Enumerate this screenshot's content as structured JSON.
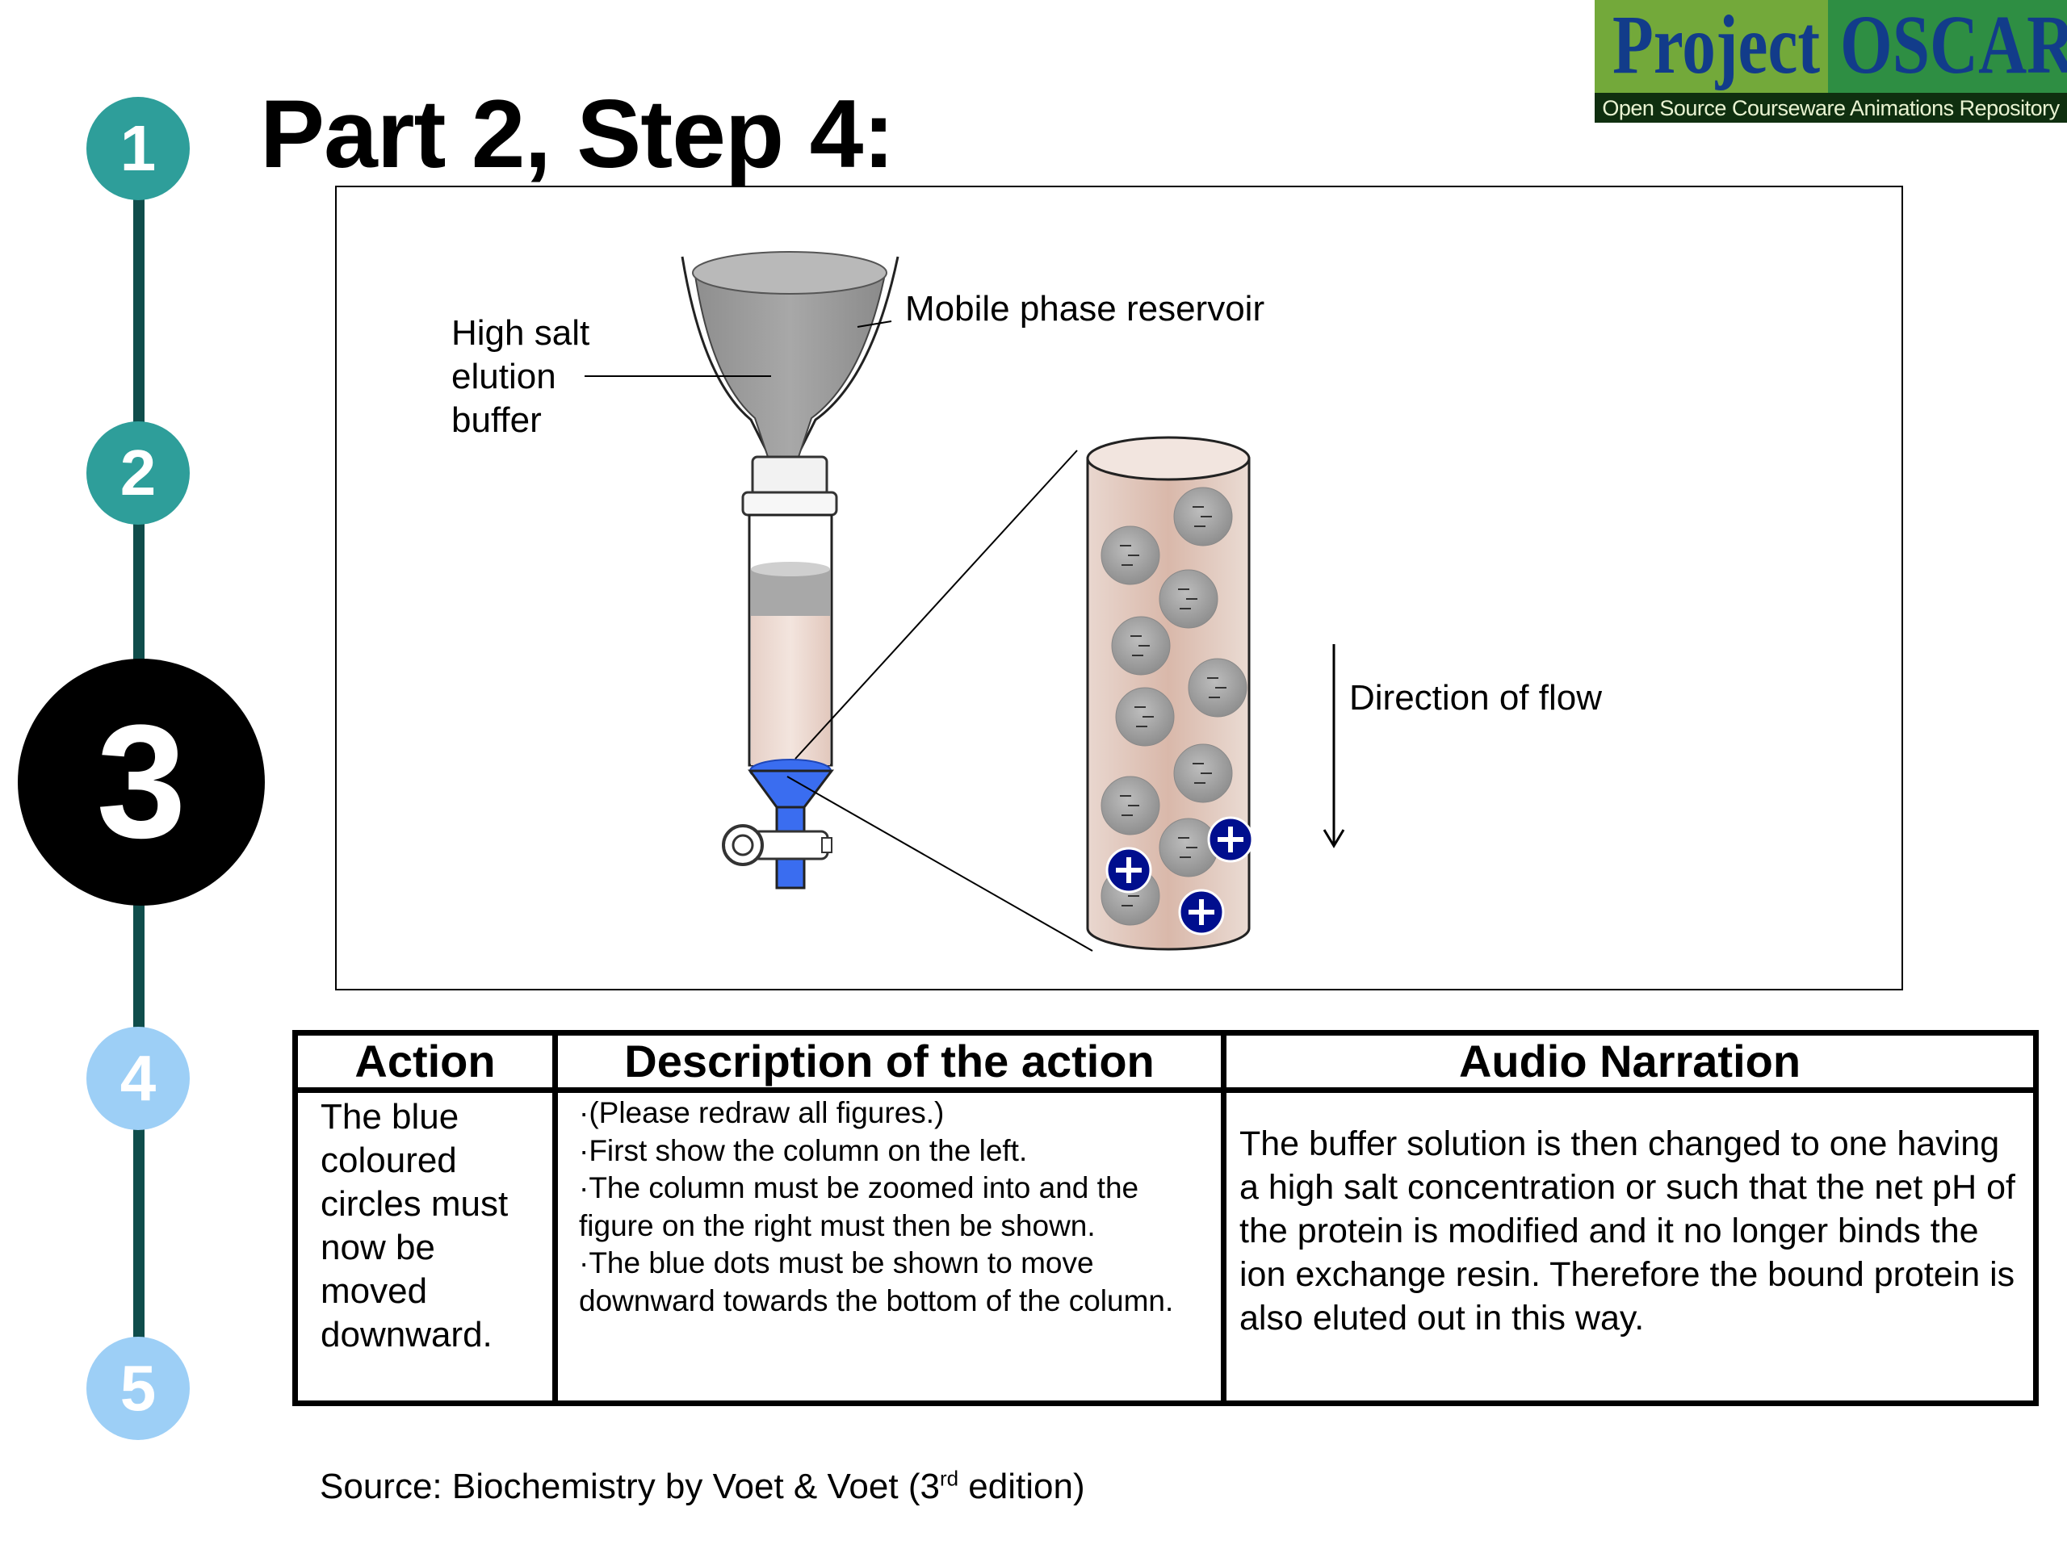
{
  "title": "Part 2, Step 4:",
  "logo": {
    "word1": "Project",
    "word2": "OSCAR",
    "tagline": "Open Source Courseware Animations Repository"
  },
  "steps": [
    {
      "number": "1",
      "color": "#2e9e9a",
      "state": "done"
    },
    {
      "number": "2",
      "color": "#2e9e9a",
      "state": "done"
    },
    {
      "number": "3",
      "color": "#000000",
      "state": "current"
    },
    {
      "number": "4",
      "color": "#9dcff6",
      "state": "upcoming"
    },
    {
      "number": "5",
      "color": "#9dcff6",
      "state": "upcoming"
    }
  ],
  "diagram": {
    "label_buffer": "High salt\nelution\nbuffer",
    "label_reservoir": "Mobile phase reservoir",
    "label_flow": "Direction of flow",
    "colors": {
      "resin": "#e3c9be",
      "buffer_gray": "#9b9b9b",
      "eluted_blue": "#3a6df0",
      "protein_plus": "#000e8e"
    }
  },
  "table": {
    "headers": [
      "Action",
      "Description of the action",
      "Audio Narration"
    ],
    "action": "The blue coloured circles must now be moved downward.",
    "description": [
      "·(Please redraw all figures.)",
      "·First show the column on the left.",
      "·The column must be zoomed into and the figure on the right must then be shown.",
      "·The blue dots must be shown to move downward towards the bottom of the column."
    ],
    "narration": "The buffer solution is then changed to one having a high salt concentration or such that the net pH of the protein is modified and it no longer binds the ion exchange resin. Therefore the bound protein is also eluted out in this way."
  },
  "source": {
    "prefix": "Source: Biochemistry by Voet & Voet (3",
    "sup": "rd",
    "suffix": " edition)"
  }
}
